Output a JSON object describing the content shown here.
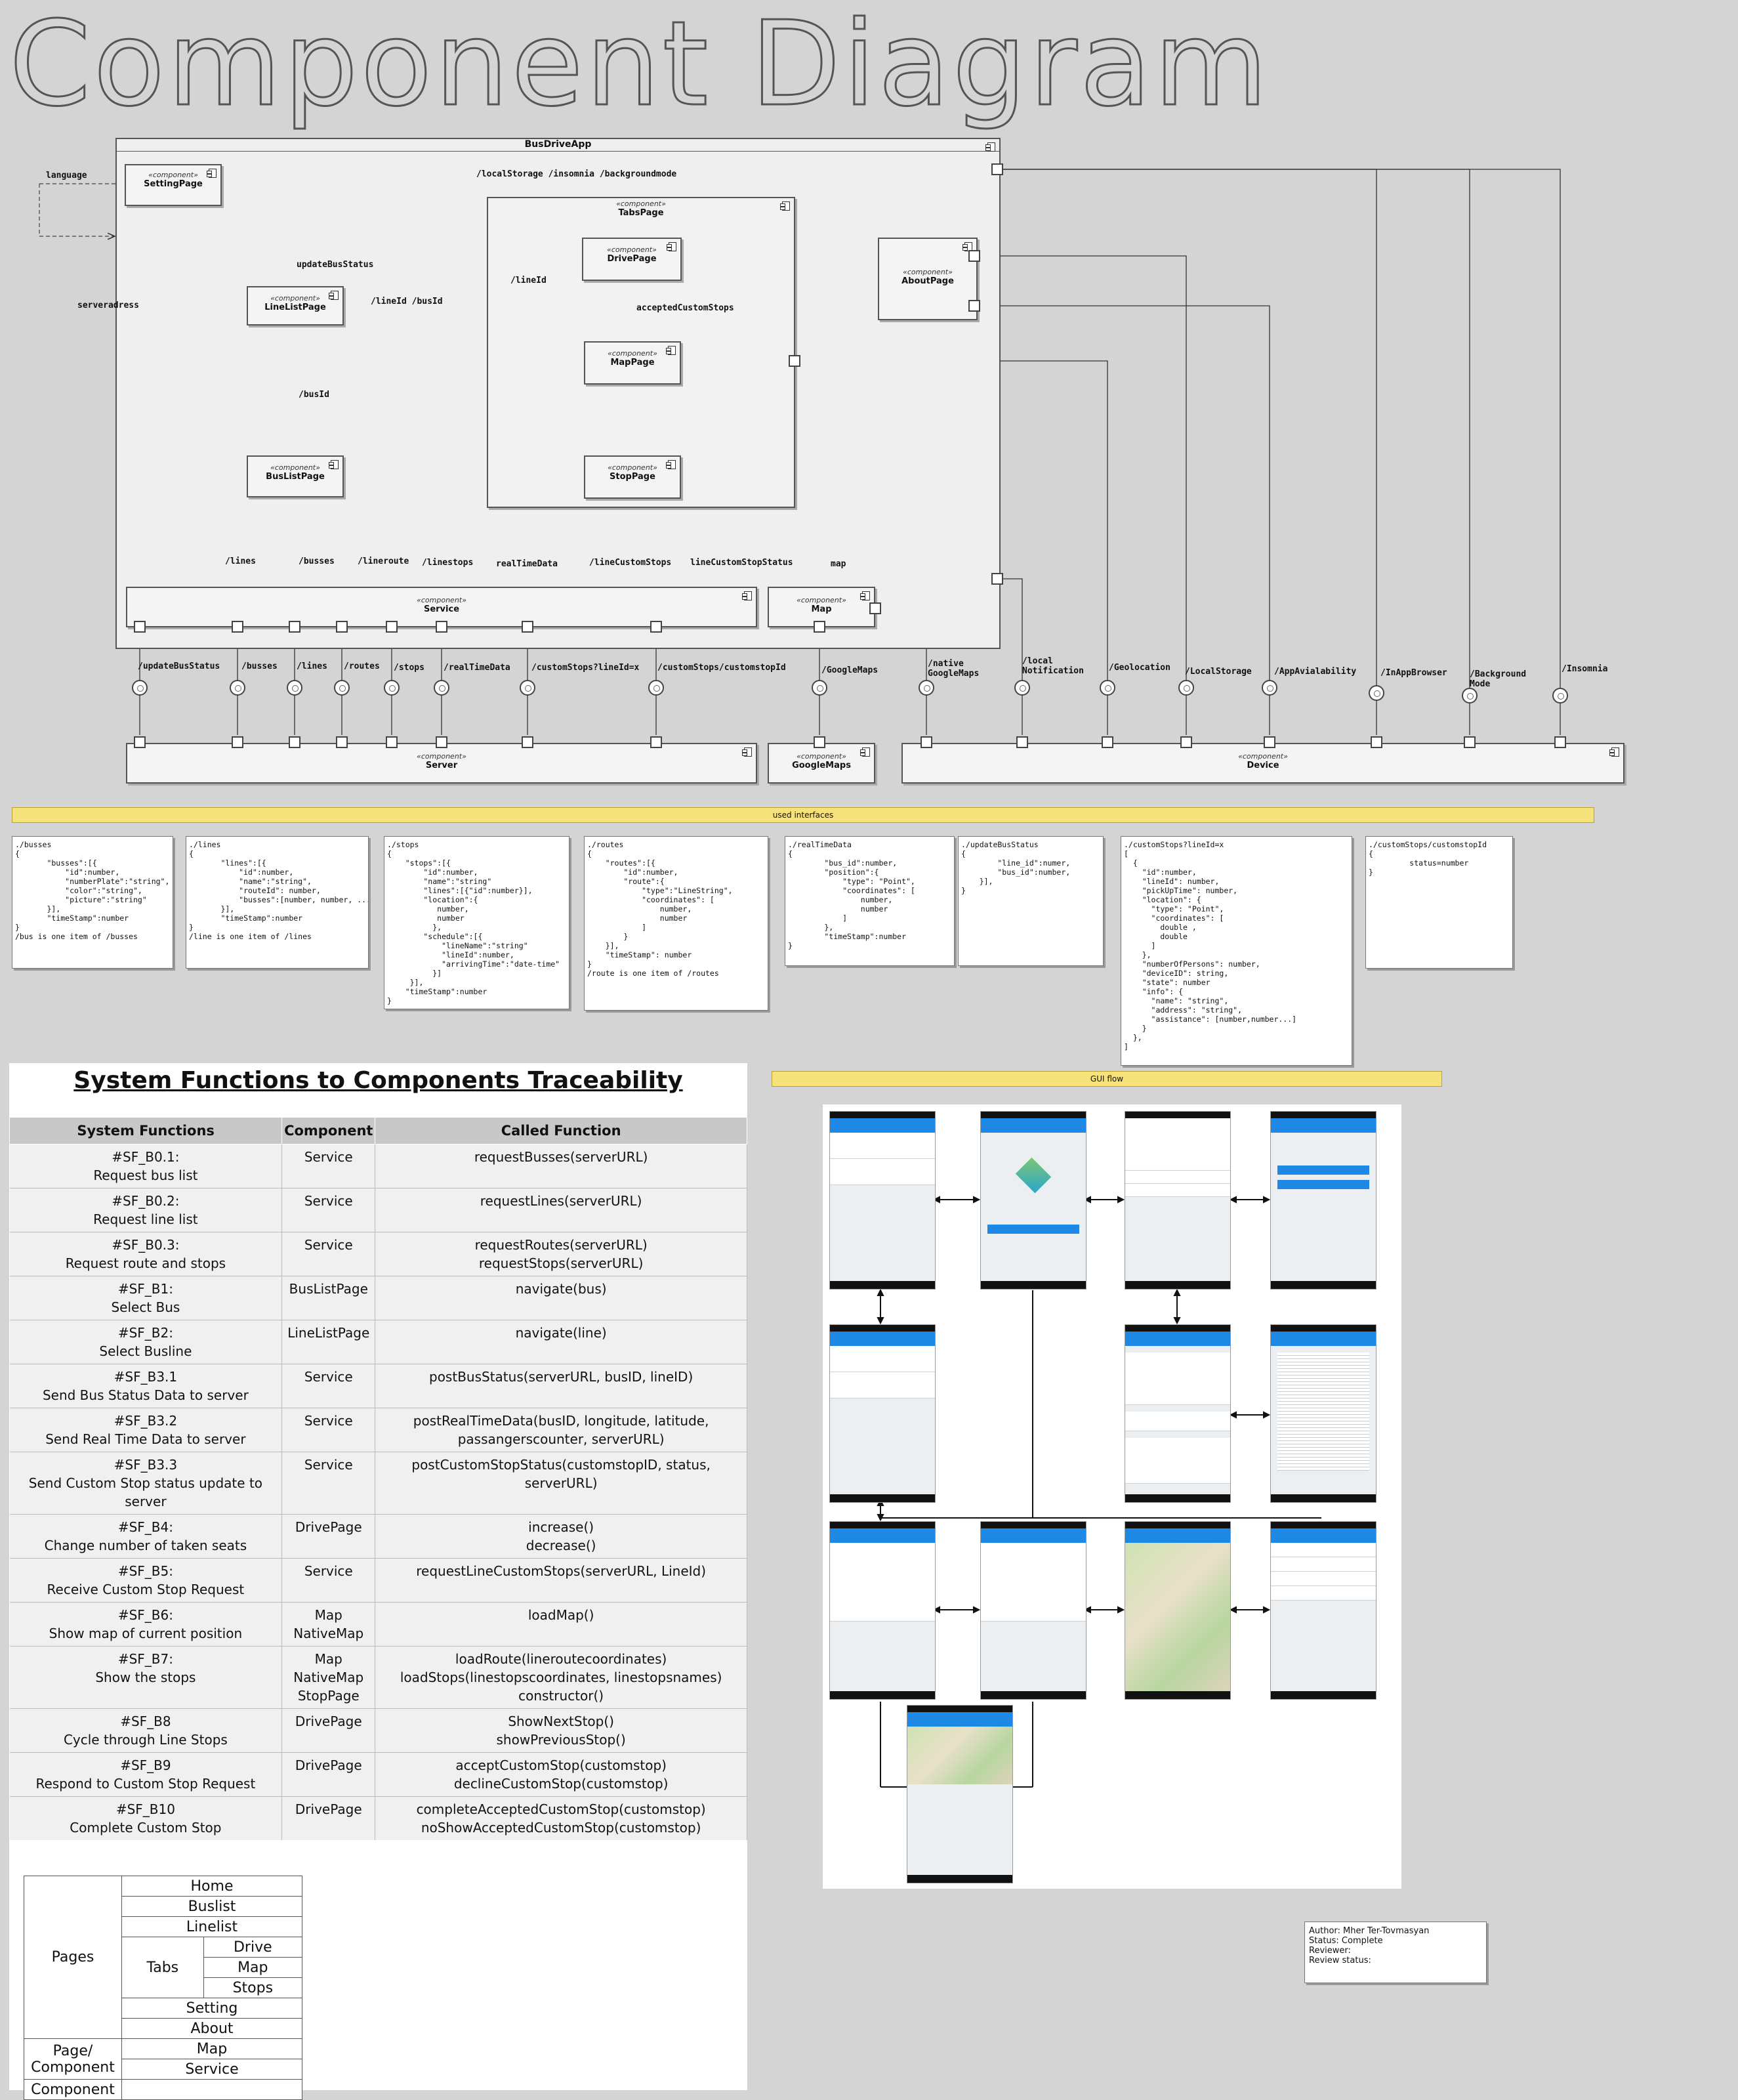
{
  "title": "Component Diagram",
  "app": {
    "name": "BusDriveApp"
  },
  "stereotype": "«component»",
  "components": {
    "setting": "SettingPage",
    "tabs": "TabsPage",
    "drive": "DrivePage",
    "about": "AboutPage",
    "linelist": "LineListPage",
    "map": "MapPage",
    "buslist": "BusListPage",
    "stop": "StopPage",
    "service": "Service",
    "mapcomp": "Map",
    "server": "Server",
    "googlemaps": "GoogleMaps",
    "device": "Device"
  },
  "labels": {
    "language": "language",
    "localstorage_top": "/localStorage  /insomnia  /backgroundmode",
    "updateBusStatus": "updateBusStatus",
    "serveradress": "serveradress",
    "lineId_busId": "/lineId  /busId",
    "lineId": "/lineId",
    "acceptedCustomStops": "acceptedCustomStops",
    "busId": "/busId",
    "lines": "/lines",
    "busses": "/busses",
    "lineroute": "/lineroute",
    "linestops": "/linestops",
    "realTimeData": "realTimeData",
    "lineCustomStops": "/lineCustomStops",
    "lineCustomStopStatus": "lineCustomStopStatus",
    "map": "map"
  },
  "interfaces": [
    "/updateBusStatus",
    "/busses",
    "/lines",
    "/routes",
    "/stops",
    "/realTimeData",
    "/customStops?lineId=x",
    "/customStops/customstopId",
    "/GoogleMaps",
    "/native GoogleMaps",
    "/local Notification",
    "/Geolocation",
    "/LocalStorage",
    "/AppAvialability",
    "/InAppBrowser",
    "/Background Mode",
    "/Insomnia"
  ],
  "used_interfaces": "used interfaces",
  "notes": [
    "./busses\n{\n       \"busses\":[{\n           \"id\":number,\n           \"numberPlate\":\"string\",\n           \"color\":\"string\",\n           \"picture\":\"string\"\n       }],\n       \"timeStamp\":number\n}\n/bus is one item of /busses",
    "./lines\n{\n       \"lines\":[{\n           \"id\":number,\n           \"name\":\"string\",\n           \"routeId\": number,\n           \"busses\":[number, number, ...]\n       }],\n       \"timeStamp\":number\n}\n/line is one item of /lines",
    "./stops\n{\n    \"stops\":[{\n        \"id\":number,\n        \"name\":\"string\"\n        \"lines\":[{\"id\":number}],\n        \"location\":{\n           number,\n           number\n          },\n        \"schedule\":[{\n            \"lineName\":\"string\"\n            \"lineId\":number,\n            \"arrivingTime\":\"date-time\"\n          }]\n     }],\n    \"timeStamp\":number\n}",
    "./routes\n{\n    \"routes\":[{\n        \"id\":number,\n        \"route\":{\n            \"type\":\"LineString\",\n            \"coordinates\": [\n                number,\n                number\n            ]\n        }\n    }],\n    \"timeStamp\": number\n}\n/route is one item of /routes",
    "./realTimeData\n{\n        \"bus_id\":number,\n        \"position\":{\n            \"type\": \"Point\",\n            \"coordinates\": [\n                number,\n                number\n            ]\n        },\n        \"timeStamp\":number\n}",
    "./updateBusStatus\n{\n        \"line_id\":numer,\n        \"bus_id\":number,\n    }],\n}",
    "./customStops?lineId=x\n[\n  {\n    \"id\":number,\n    \"lineId\": number,\n    \"pickUpTime\": number,\n    \"location\": {\n      \"type\": \"Point\",\n      \"coordinates\": [\n        double ,\n        double\n      ]\n    },\n    \"numberOfPersons\": number,\n    \"deviceID\": string,\n    \"state\": number\n    \"info\": {\n      \"name\": \"string\",\n      \"address\": \"string\",\n      \"assistance\": [number,number...]\n    }\n  },\n]",
    "./customStops/customstopId\n{\n         status=number\n}"
  ],
  "trace": {
    "title": "System Functions to Components Traceability",
    "headers": [
      "System Functions",
      "Component",
      "Called Function"
    ],
    "rows": [
      {
        "f": "#SF_B0.1:\nRequest bus list",
        "c": "Service",
        "cf": "requestBusses(serverURL)"
      },
      {
        "f": "#SF_B0.2:\nRequest line list",
        "c": "Service",
        "cf": "requestLines(serverURL)"
      },
      {
        "f": "#SF_B0.3:\nRequest route and stops",
        "c": "Service",
        "cf": "requestRoutes(serverURL)\nrequestStops(serverURL)"
      },
      {
        "f": "#SF_B1:\nSelect Bus",
        "c": "BusListPage",
        "cf": "navigate(bus)"
      },
      {
        "f": "#SF_B2:\nSelect Busline",
        "c": "LineListPage",
        "cf": "navigate(line)"
      },
      {
        "f": "#SF_B3.1\nSend Bus Status Data to server",
        "c": "Service",
        "cf": "postBusStatus(serverURL, busID, lineID)"
      },
      {
        "f": "#SF_B3.2\nSend Real Time Data to server",
        "c": "Service",
        "cf": "postRealTimeData(busID, longitude, latitude,\npassangerscounter, serverURL)"
      },
      {
        "f": "#SF_B3.3\nSend Custom Stop status update to server",
        "c": "Service",
        "cf": "postCustomStopStatus(customstopID, status, serverURL)"
      },
      {
        "f": "#SF_B4:\nChange number of taken seats",
        "c": "DrivePage",
        "cf": "increase()\ndecrease()"
      },
      {
        "f": "#SF_B5:\nReceive Custom Stop Request",
        "c": "Service",
        "cf": "requestLineCustomStops(serverURL, LineId)"
      },
      {
        "f": "#SF_B6:\nShow map of current position",
        "c": "Map\nNativeMap",
        "cf": "loadMap()"
      },
      {
        "f": "#SF_B7:\nShow the stops",
        "c": "Map\nNativeMap\nStopPage",
        "cf": "loadRoute(lineroutecoordinates)\nloadStops(linestopscoordinates, linestopsnames)\nconstructor()"
      },
      {
        "f": "#SF_B8\nCycle through Line Stops",
        "c": "DrivePage",
        "cf": "ShowNextStop()\nshowPreviousStop()"
      },
      {
        "f": "#SF_B9\nRespond to Custom Stop Request",
        "c": "DrivePage",
        "cf": "acceptCustomStop(customstop)\ndeclineCustomStop(customstop)"
      },
      {
        "f": "#SF_B10\nComplete Custom Stop",
        "c": "DrivePage",
        "cf": "completeAcceptedCustomStop(customstop)\nnoShowAcceptedCustomStop(customstop)"
      }
    ]
  },
  "pages_table": {
    "pages": "Pages",
    "home": "Home",
    "buslist": "Buslist",
    "linelist": "Linelist",
    "tabs": "Tabs",
    "drive": "Drive",
    "map": "Map",
    "stops": "Stops",
    "page_component": "Page/\nComponent",
    "setting": "Setting",
    "about": "About",
    "component": "Component",
    "map2": "Map",
    "service": "Service"
  },
  "gui_flow": "GUI flow",
  "author": "Author: Mher Ter-Tovmasyan\nStatus: Complete\nReviewer:\nReview status:",
  "colors": {
    "background": "#d4d4d4",
    "note_band": "#f6e27a",
    "app_bar": "#1e88e5"
  }
}
